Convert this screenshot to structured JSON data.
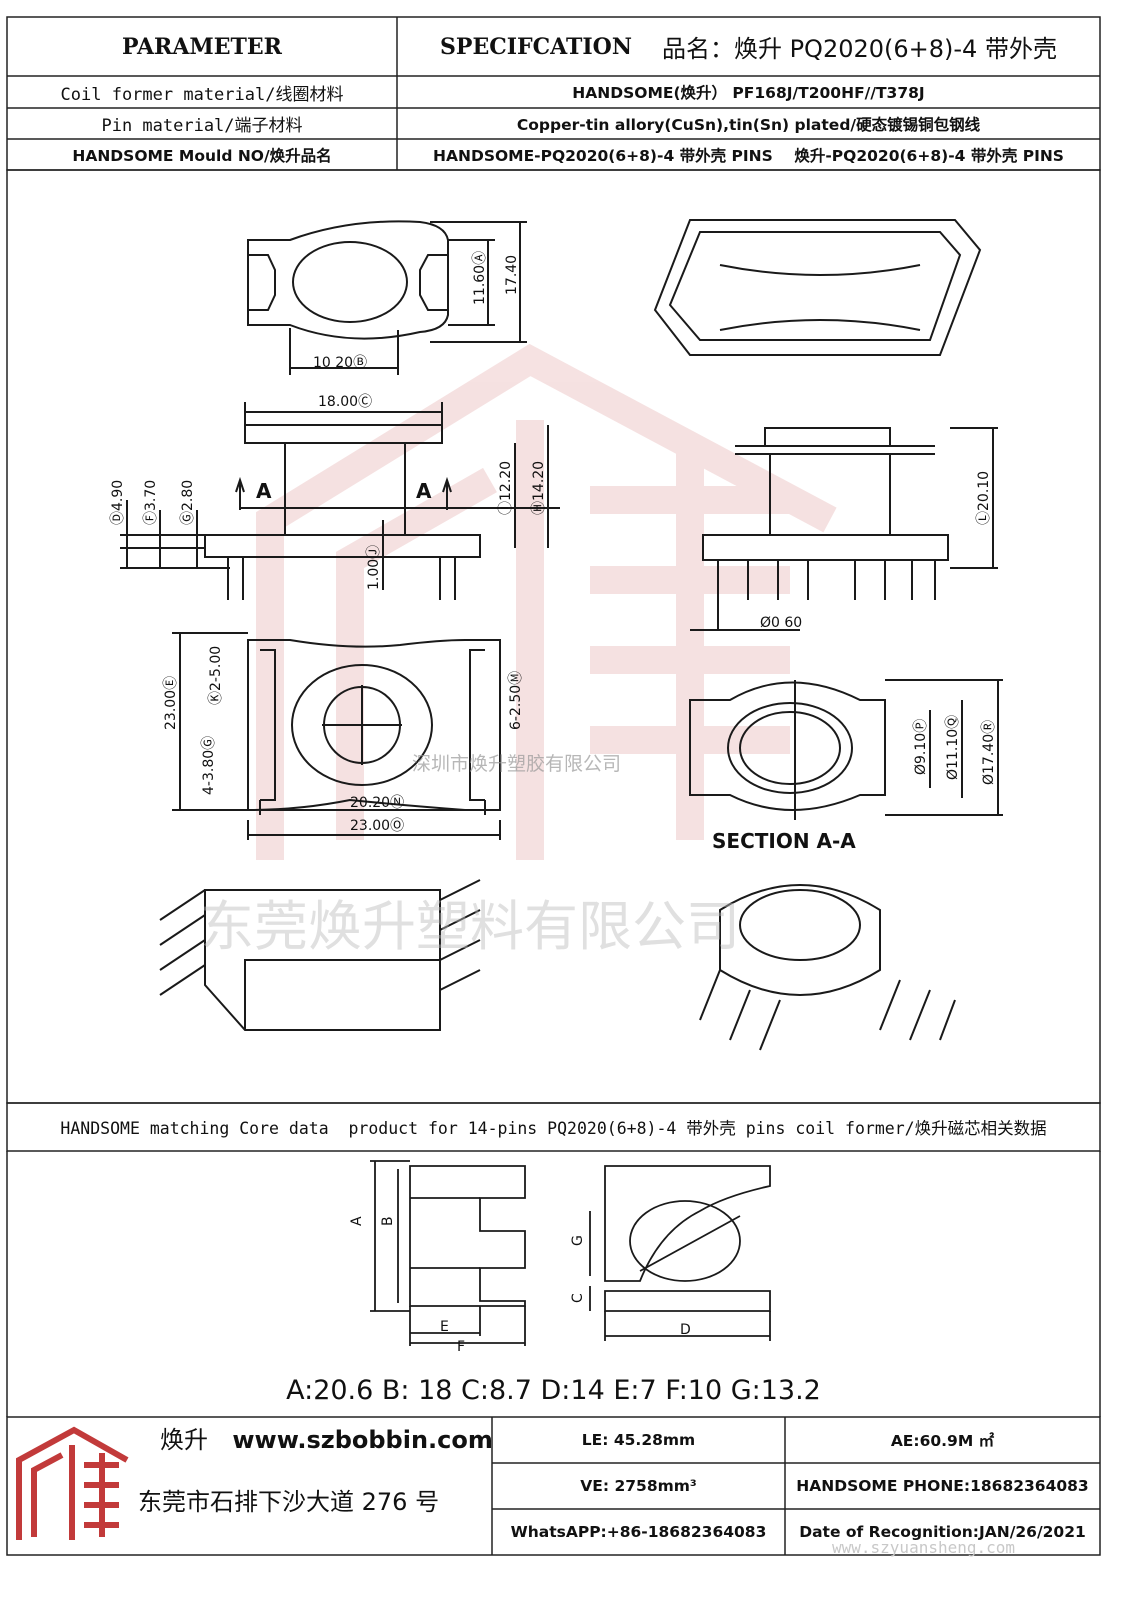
{
  "header": {
    "parameter": "PARAMETER",
    "specification": "SPECIFCATION",
    "product_name": "品名：焕升 PQ2020(6+8)-4 带外壳"
  },
  "rows": [
    {
      "label": "Coil former material/线圈材料",
      "value": "HANDSOME(焕升）   PF168J/T200HF//T378J"
    },
    {
      "label": "Pin material/端子材料",
      "value": "Copper-tin allory(CuSn),tin(Sn) plated/硬态镀锡铜包钢线"
    },
    {
      "label": "HANDSOME Mould NO/焕升品名",
      "value": "HANDSOME-PQ2020(6+8)-4 带外壳 PINS    焕升-PQ2020(6+8)-4 带外壳 PINS"
    }
  ],
  "drawing": {
    "top_view": {
      "dim_1": "11.60Ⓐ",
      "dim_2": "17.40",
      "dim_3": "10 20Ⓑ"
    },
    "front_view": {
      "width": "18.00Ⓒ",
      "h1": "Ⓓ4.90",
      "h2": "Ⓕ3.70",
      "h3": "Ⓖ2.80",
      "h4": "Ⓘ12.20",
      "h5": "Ⓗ14.20",
      "pin_len": "1.00Ⓙ",
      "section_mark": "A"
    },
    "side_view": {
      "height": "Ⓛ20.10",
      "pin_dia": "Ø0 60"
    },
    "bottom_view": {
      "d1": "23.00Ⓔ",
      "d2": "Ⓚ2-5.00",
      "d3": "4-3.80Ⓖ",
      "d4": "6-2.50Ⓜ",
      "d5": "20.20Ⓝ",
      "d6": "23.00Ⓞ"
    },
    "section": {
      "d1": "Ø9.10Ⓟ",
      "d2": "Ø11.10Ⓠ",
      "d3": "Ø17.40Ⓡ",
      "title": "SECTION A-A"
    },
    "watermark_small": "深圳市焕升塑胶有限公司",
    "watermark_large": "东莞焕升塑料有限公司"
  },
  "core": {
    "caption": "HANDSOME matching Core data  product for 14-pins PQ2020(6+8)-4 带外壳 pins coil former/焕升磁芯相关数据",
    "labels": [
      "A",
      "B",
      "C",
      "D",
      "E",
      "F",
      "G"
    ],
    "values": "A:20.6 B: 18 C:8.7 D:14 E:7 F:10 G:13.2"
  },
  "footer": {
    "brand": "焕升",
    "website": "www.szbobbin.com",
    "address": "东莞市石排下沙大道 276 号",
    "le": "LE: 45.28mm",
    "ae": "AE:60.9M ㎡",
    "ve": "VE: 2758mm³",
    "phone": "HANDSOME PHONE:18682364083",
    "whatsapp": "WhatsAPP:+86-18682364083",
    "date": "Date of Recognition:JAN/26/2021",
    "watermark_url": "www.szyuansheng.com"
  },
  "colors": {
    "border": "#222222",
    "line": "#1a1a1a",
    "watermark": "#e9b8b8",
    "logo_red": "#c23a3a"
  }
}
